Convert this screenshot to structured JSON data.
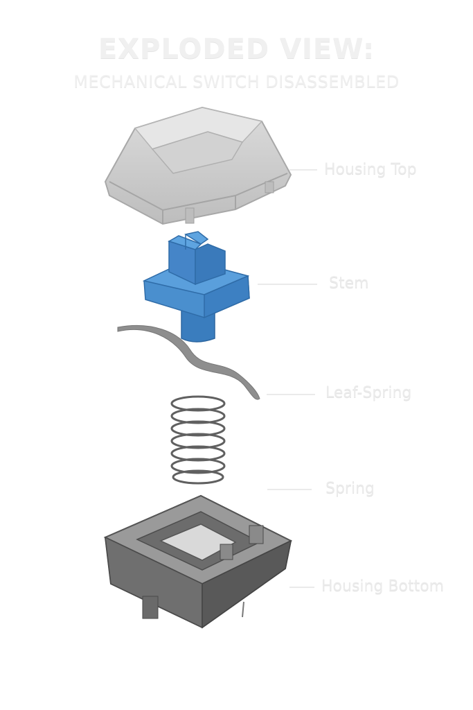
{
  "diagram": {
    "title": "EXPLODED VIEW:",
    "subtitle": "MECHANICAL SWITCH DISASSEMBLED",
    "parts": [
      {
        "label": "Housing Top"
      },
      {
        "label": "Stem"
      },
      {
        "label": "Leaf-Spring"
      },
      {
        "label": "Spring"
      },
      {
        "label": "Housing Bottom"
      }
    ]
  },
  "colors": {
    "stem": "#4a8fce",
    "housing_top": "#c9c9c9",
    "housing_bottom": "#7a7a7a",
    "spring": "#666666",
    "leaf_spring": "#8a8a8a",
    "label": "#ebebeb"
  }
}
